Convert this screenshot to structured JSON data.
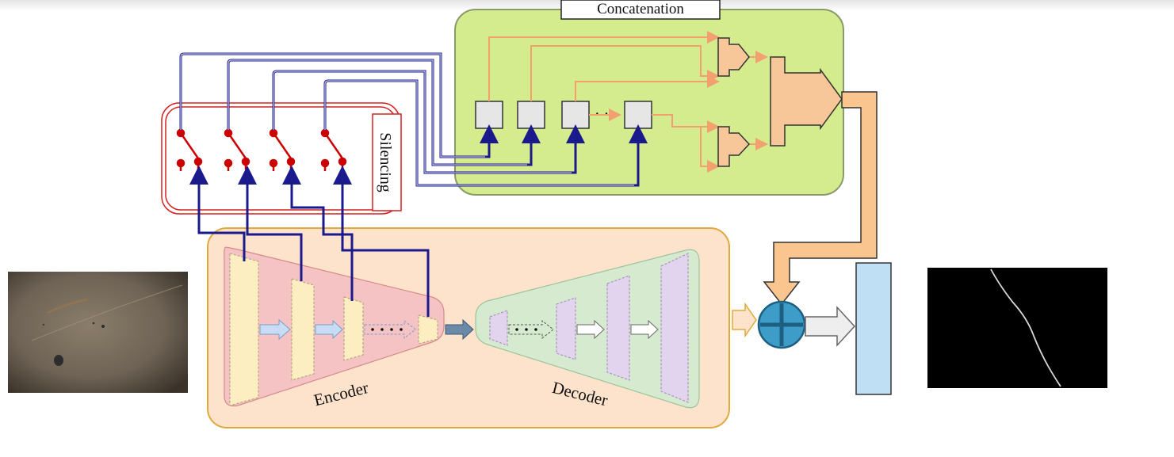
{
  "labels": {
    "concatenation": "Concatenation",
    "silencing": "Silencing",
    "encoder": "Encoder",
    "decoder": "Decoder",
    "ellipsis": "· · ·"
  },
  "colors": {
    "concat_bg": "#d4eb8e",
    "concat_border": "#8a9a6a",
    "model_bg": "#fde3cc",
    "model_border": "#e0a93a",
    "encoder_bg": "#f5c3c3",
    "decoder_bg": "#d6ead0",
    "encoder_block": "#fdeec2",
    "decoder_block": "#e2d3ee",
    "skip_line": "#1a1a8c",
    "switch": "#cc0000",
    "silencing_border": "#d42020",
    "concat_arrow": "#f3b58a",
    "fusion": "#3d9cc8",
    "output_block": "#bfdff5"
  },
  "icons": [
    "switch-icon",
    "fusion-plus-icon",
    "arrow-icon"
  ],
  "images": {
    "input": "crack-surface-photo",
    "output": "crack-segmentation-mask"
  }
}
